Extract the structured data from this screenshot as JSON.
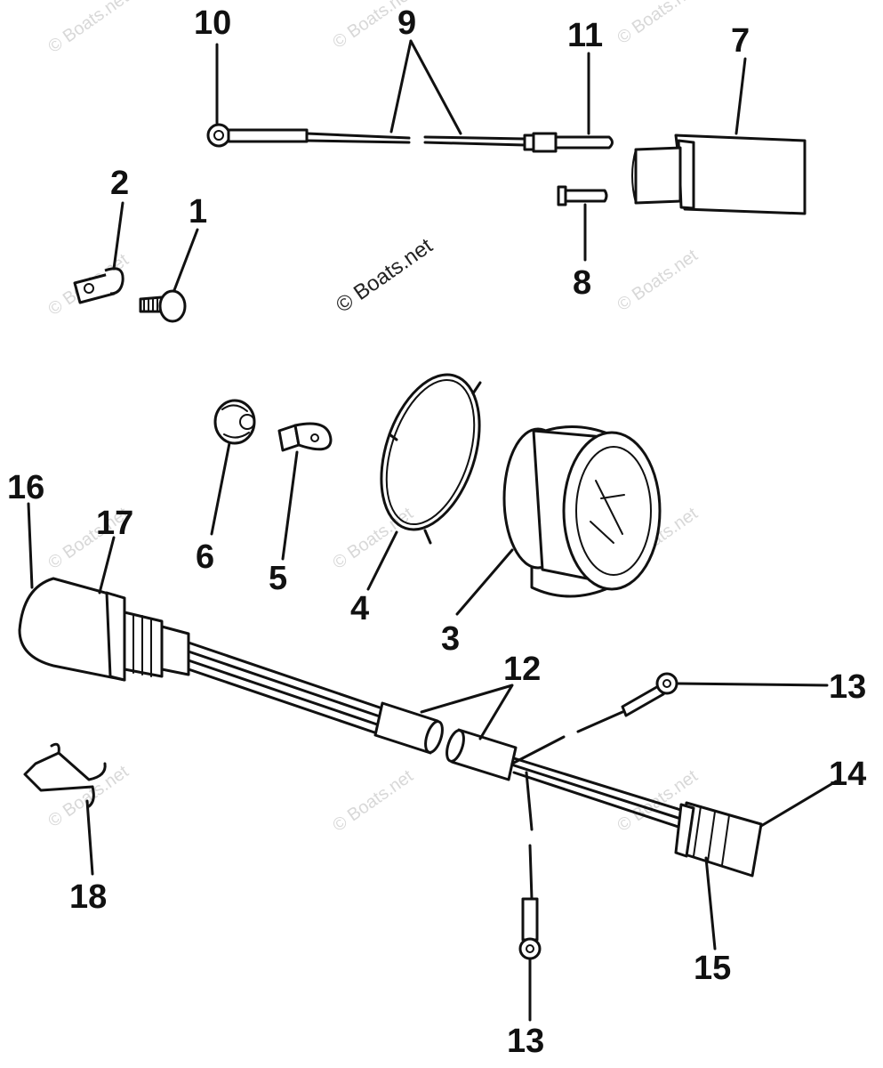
{
  "watermark": {
    "text": "© Boats.net",
    "color": "#d8d8d8"
  },
  "callouts": {
    "c1": "1",
    "c2": "2",
    "c3": "3",
    "c4": "4",
    "c5": "5",
    "c6": "6",
    "c7": "7",
    "c8": "8",
    "c9": "9",
    "c10": "10",
    "c11": "11",
    "c12": "12",
    "c13a": "13",
    "c13b": "13",
    "c14": "14",
    "c15": "15",
    "c16": "16",
    "c17": "17",
    "c18": "18"
  },
  "ink_color": "#111111"
}
